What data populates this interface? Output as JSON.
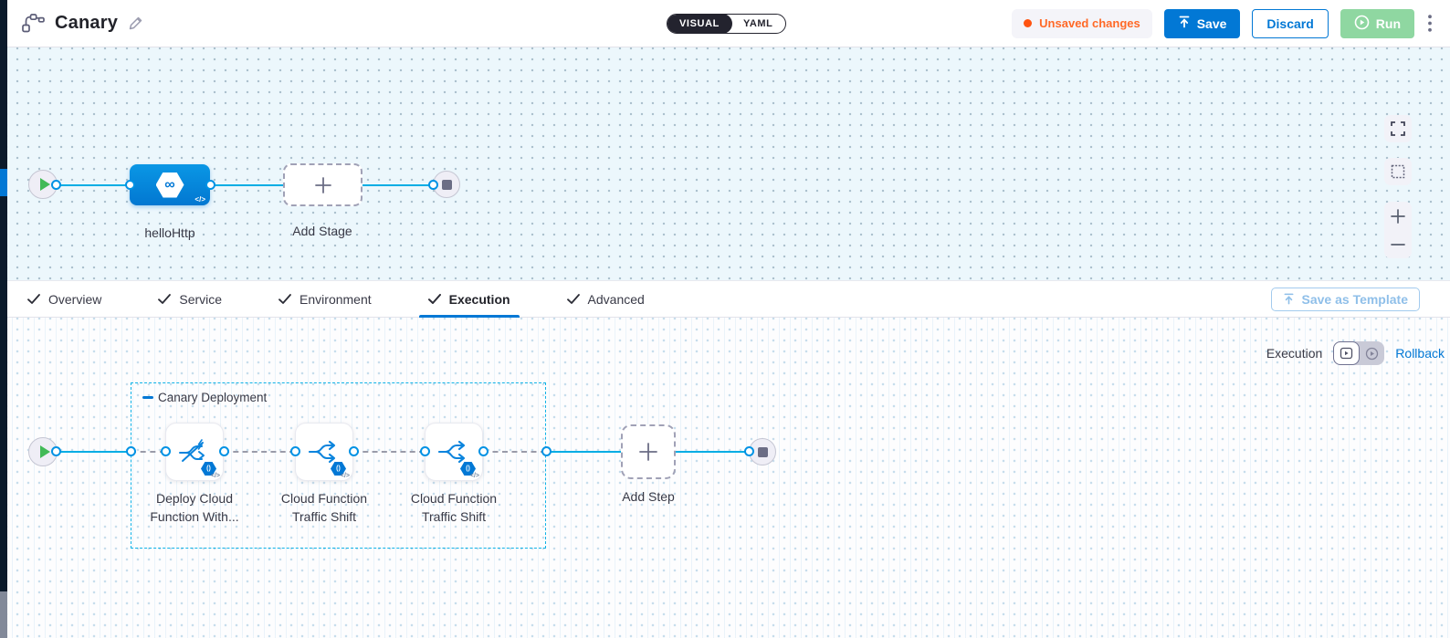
{
  "header": {
    "title": "Canary",
    "mode_toggle": {
      "visual": "VISUAL",
      "yaml": "YAML"
    },
    "unsaved_badge": "Unsaved changes",
    "save": "Save",
    "discard": "Discard",
    "run": "Run"
  },
  "stage_canvas": {
    "stage_name": "helloHttp",
    "add_stage": "Add Stage"
  },
  "tabs": {
    "items": [
      {
        "label": "Overview"
      },
      {
        "label": "Service"
      },
      {
        "label": "Environment"
      },
      {
        "label": "Execution"
      },
      {
        "label": "Advanced"
      }
    ],
    "active": "Execution",
    "save_as_template": "Save as Template"
  },
  "execution": {
    "mode_label": "Execution",
    "rollback": "Rollback",
    "group_label": "Canary Deployment",
    "steps": [
      {
        "line1": "Deploy Cloud",
        "line2": "Function With..."
      },
      {
        "line1": "Cloud Function",
        "line2": "Traffic Shift"
      },
      {
        "line1": "Cloud Function",
        "line2": "Traffic Shift"
      }
    ],
    "add_step": "Add Step"
  },
  "icons": {
    "stage_glyph": "∞",
    "function_badge": "()",
    "code_glyph": "</>"
  },
  "colors": {
    "accent_blue": "#0278d5",
    "flow_line_cyan": "#00ade4",
    "node_blue": "#0092e4",
    "success_green": "#42ba57",
    "warning_orange": "#ff6927",
    "run_disabled_green": "#8fd7a1",
    "template_disabled_blue": "#8fbfe9",
    "canvas_tint": "#ecf7fc",
    "sidenav_dark": "#0b1a2b"
  }
}
